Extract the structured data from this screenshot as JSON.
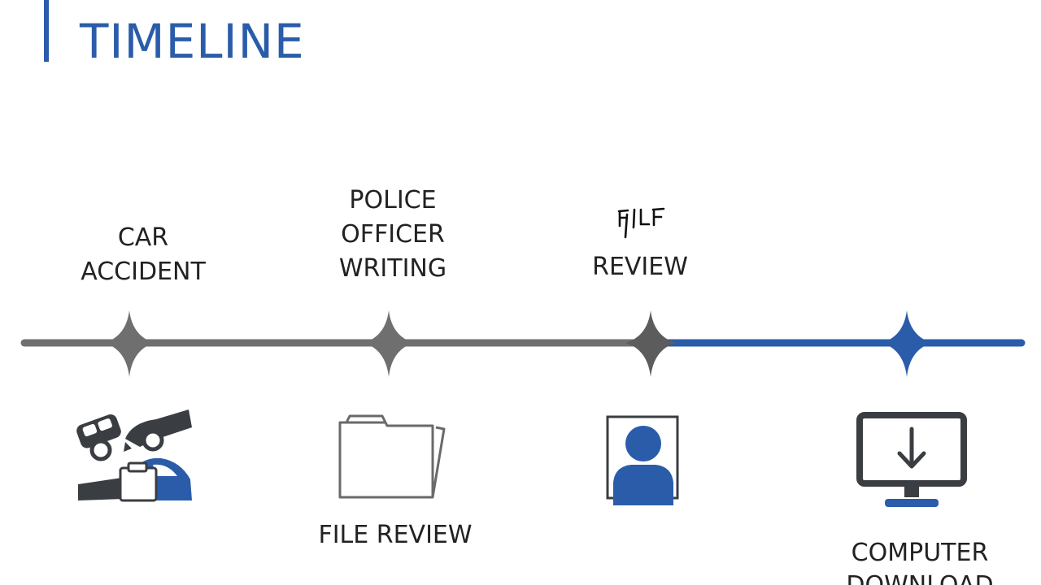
{
  "title": "TIMELINE",
  "stages": [
    {
      "label_lines": [
        "CAR",
        "ACCIDENT"
      ],
      "icon": "car-accident-icon"
    },
    {
      "label_lines": [
        "POLICE",
        "OFFICER",
        "WRITING"
      ],
      "icon": "folder-icon"
    },
    {
      "label_lines": [
        "REVIEW"
      ],
      "handwritten_text": "FILF",
      "icon": "person-portrait-icon"
    },
    {
      "label_lines": [],
      "icon": "computer-download-icon"
    }
  ],
  "bottom_labels": {
    "file_review": "FILE REVIEW",
    "computer_download_lines": [
      "COMPUTER",
      "DOWNLOAD"
    ]
  },
  "colors": {
    "accent": "#2a5caa",
    "gray": "#6f6f6f",
    "text": "#222222"
  }
}
